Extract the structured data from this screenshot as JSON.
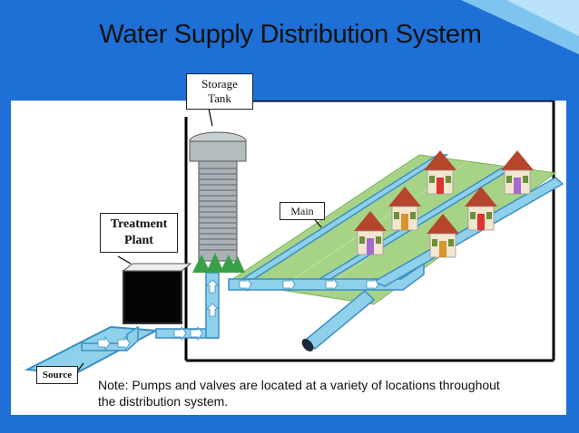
{
  "title": "Water Supply Distribution System",
  "labels": {
    "storage_tank": [
      "Storage",
      "Tank"
    ],
    "treatment_plant": [
      "Treatment",
      "Plant"
    ],
    "main": "Main",
    "source": "Source"
  },
  "note": {
    "line1": "Note: Pumps and valves are located at a variety of locations throughout",
    "line2": "the distribution system."
  },
  "colors": {
    "background_blue": "#1e6fd6",
    "pipe_blue": "#8fd0ea",
    "field_green": "#9ccc7a",
    "house_roof": "#b5452b",
    "tank_gray": "#9aa3a8"
  }
}
